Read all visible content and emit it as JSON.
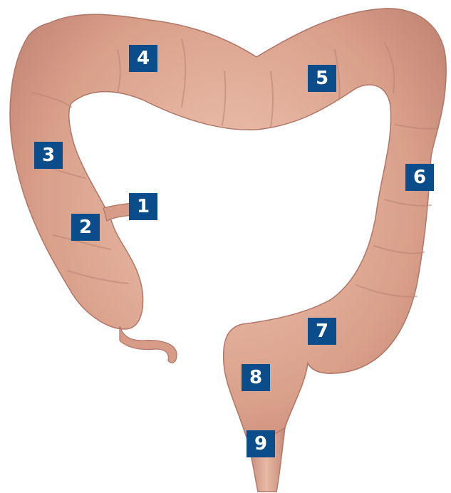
{
  "figure": {
    "colors": {
      "tissue_fill": "#d9a08a",
      "tissue_shadow": "#b7786a",
      "tissue_highlight": "#eec4b2",
      "marker_bg": "#0b4d8a",
      "marker_text": "#ffffff"
    },
    "markers": [
      {
        "id": "m1",
        "label": "1"
      },
      {
        "id": "m2",
        "label": "2"
      },
      {
        "id": "m3",
        "label": "3"
      },
      {
        "id": "m4",
        "label": "4"
      },
      {
        "id": "m5",
        "label": "5"
      },
      {
        "id": "m6",
        "label": "6"
      },
      {
        "id": "m7",
        "label": "7"
      },
      {
        "id": "m8",
        "label": "8"
      },
      {
        "id": "m9",
        "label": "9"
      }
    ]
  }
}
